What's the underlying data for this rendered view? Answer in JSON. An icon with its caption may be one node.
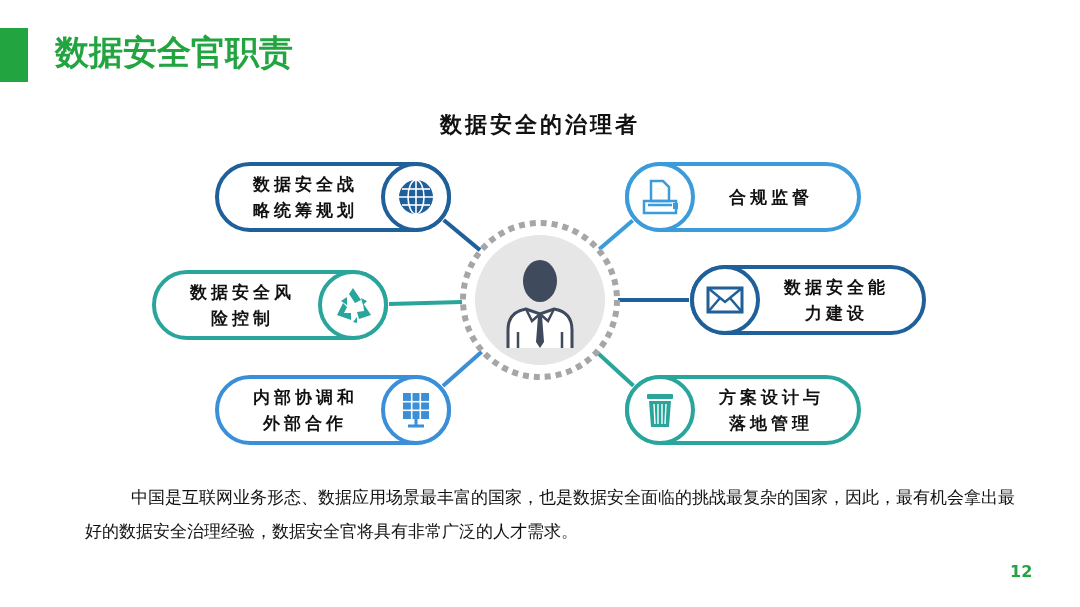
{
  "diagram": {
    "title": "数据安全官职责",
    "nodes": [
      {
        "text": [],
        "shape": "person"
      },
      {
        "text": [
          "数据安全战略统筹规划"
        ]
      },
      {
        "text": [
          "合规监督"
        ]
      },
      {
        "text": [
          "数据安全风险控制"
        ]
      },
      {
        "text": [
          "数据安全能力建设"
        ]
      },
      {
        "text": [
          "内部协调和外部合作"
        ]
      },
      {
        "text": [
          "方案设计与落地管理"
        ]
      }
    ],
    "edges": [
      {
        "from": 0,
        "to": 1,
        "arrow": "none",
        "color": "#1f5f9a"
      },
      {
        "from": 0,
        "to": 2,
        "arrow": "none",
        "color": "#3b9bdb"
      },
      {
        "from": 0,
        "to": 3,
        "arrow": "none",
        "color": "#2aa59c"
      },
      {
        "from": 0,
        "to": 4,
        "arrow": "none",
        "color": "#1f5f9a"
      },
      {
        "from": 0,
        "to": 5,
        "arrow": "none",
        "color": "#3b8fd8"
      },
      {
        "from": 0,
        "to": 6,
        "arrow": "none",
        "color": "#2aa59c"
      }
    ],
    "labels": [
      "数据安全的治理者",
      "中国是互联网业务形态、数据应用场景最丰富的国家，也是数据安全面临的挑战最复杂的国家，因此，最有机会拿出最好的数据安全治理经验，数据安全官将具有非常广泛的人才需求。",
      "12"
    ]
  }
}
